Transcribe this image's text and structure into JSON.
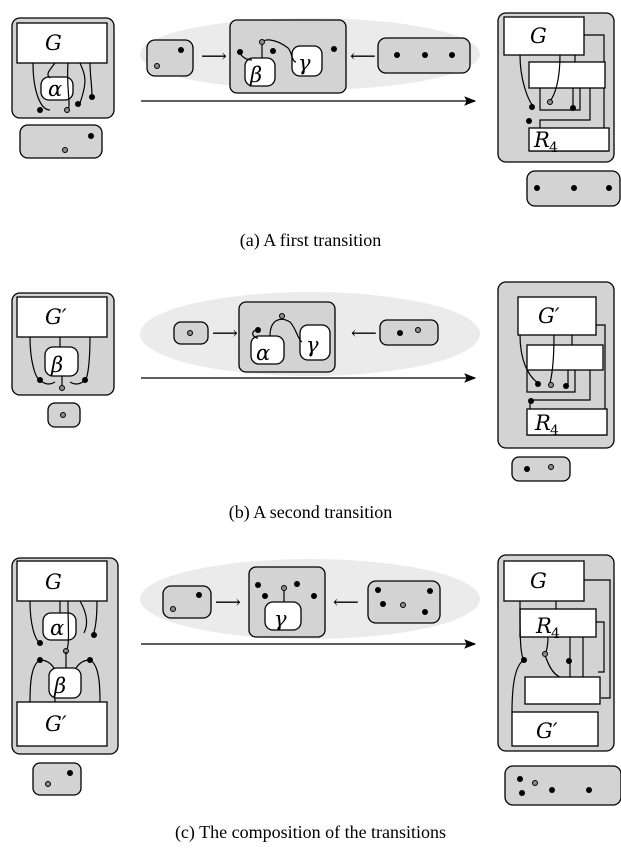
{
  "figure": {
    "captions": [
      "(a)  A first transition",
      "(b)  A second transition",
      "(c)  The composition of the transitions"
    ],
    "labels": {
      "G": "G",
      "G_prime": "G′",
      "alpha": "α",
      "beta": "β",
      "gamma": "γ",
      "R": "R",
      "R_sub": "4"
    }
  }
}
